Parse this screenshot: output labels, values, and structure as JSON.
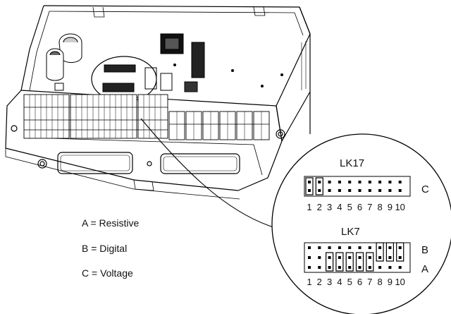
{
  "legend": [
    "A = Resistive",
    "B = Digital",
    "C = Voltage"
  ],
  "lk17": {
    "title": "LK17",
    "row_label": "C",
    "pin_numbers": [
      "1",
      "2",
      "3",
      "4",
      "5",
      "6",
      "7",
      "8",
      "9",
      "10"
    ]
  },
  "lk7": {
    "title": "LK7",
    "row_labels": [
      "B",
      "A"
    ],
    "pin_numbers": [
      "1",
      "2",
      "3",
      "4",
      "5",
      "6",
      "7",
      "8",
      "9",
      "10"
    ]
  }
}
